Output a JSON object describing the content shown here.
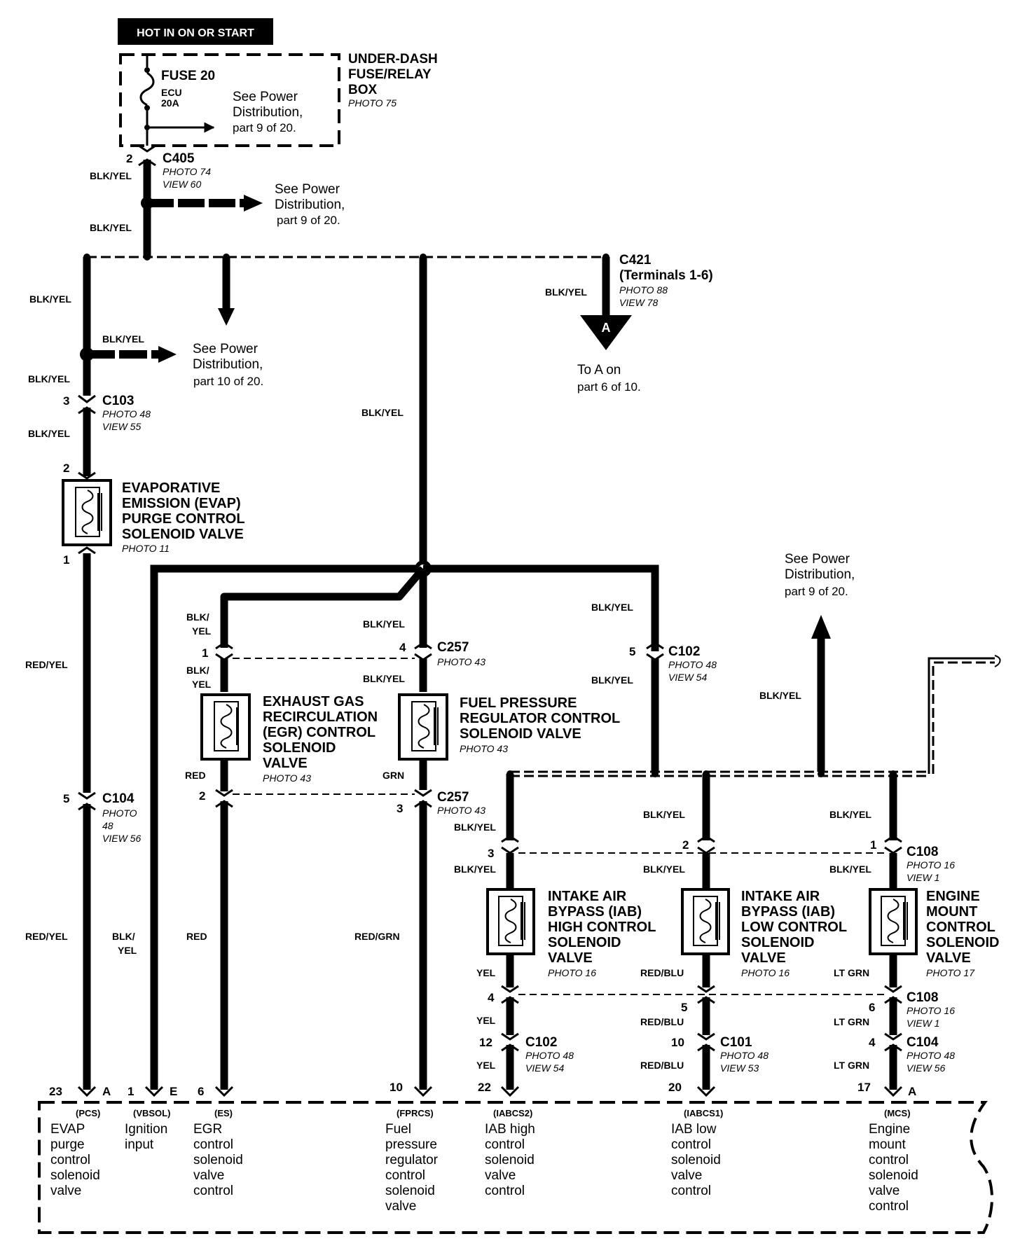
{
  "header": {
    "hot": "HOT IN ON OR START"
  },
  "fusebox": {
    "title1": "UNDER-DASH",
    "title2": "FUSE/RELAY",
    "title3": "BOX",
    "photo": "PHOTO 75",
    "fuse": "FUSE 20",
    "ecu": "ECU",
    "amps": "20A",
    "see1": "See Power",
    "see2": "Distribution,",
    "see3": "part 9 of  20."
  },
  "c405": {
    "pin": "2",
    "name": "C405",
    "photo": "PHOTO 74",
    "view": "VIEW 60",
    "wire1": "BLK/YEL",
    "wire2": "BLK/YEL",
    "see1": "See Power",
    "see2": "Distribution,",
    "see3": "part 9 of  20."
  },
  "c421": {
    "name": "C421",
    "terms": "(Terminals 1-6)",
    "photo": "PHOTO 88",
    "view": "VIEW 78",
    "wire": "BLK/YEL",
    "arrow": "A",
    "to1": "To A on",
    "to2": "part 6 of 10."
  },
  "left": {
    "wire_top": "BLK/YEL",
    "branch_wire": "BLK/YEL",
    "see1": "See Power",
    "see2": "Distribution,",
    "see3": "part 10 of 20.",
    "wire2": "BLK/YEL",
    "c103_pin": "3",
    "c103": "C103",
    "c103_photo": "PHOTO 48",
    "c103_view": "VIEW 55",
    "wire3": "BLK/YEL",
    "pin2": "2",
    "pin1": "1",
    "evap1": "EVAPORATIVE",
    "evap2": "EMISSION (EVAP)",
    "evap3": "PURGE CONTROL",
    "evap4": "SOLENOID VALVE",
    "evap_photo": "PHOTO 11",
    "wire4": "RED/YEL",
    "c104_pin": "5",
    "c104": "C104",
    "c104_photo": "PHOTO",
    "c104_photo2": "48",
    "c104_view": "VIEW 56",
    "wire5": "RED/YEL",
    "vbsol1": "BLK/",
    "vbsol2": "YEL"
  },
  "center": {
    "wire_main": "BLK/YEL"
  },
  "egr": {
    "wire_a1": "BLK/",
    "wire_a2": "YEL",
    "pin1": "1",
    "wire_b1": "BLK/",
    "wire_b2": "YEL",
    "l1": "EXHAUST GAS",
    "l2": "RECIRCULATION",
    "l3": "(EGR) CONTROL",
    "l4": "SOLENOID",
    "l5": "VALVE",
    "photo": "PHOTO 43",
    "wire_c": "RED",
    "pin2": "2",
    "wire_d": "RED"
  },
  "fprc": {
    "wire_a": "BLK/YEL",
    "pin4": "4",
    "c257": "C257",
    "photo_a": "PHOTO 43",
    "wire_b": "BLK/YEL",
    "l1": "FUEL PRESSURE",
    "l2": "REGULATOR CONTROL",
    "l3": "SOLENOID VALVE",
    "photo": "PHOTO 43",
    "wire_c": "GRN",
    "pin3": "3",
    "c257b": "C257",
    "photo_b": "PHOTO 43",
    "wire_d": "RED/GRN"
  },
  "c102top": {
    "wire_a": "BLK/YEL",
    "pin": "5",
    "name": "C102",
    "photo": "PHOTO 48",
    "view": "VIEW 54",
    "wire_b": "BLK/YEL"
  },
  "rightpower": {
    "see1": "See Power",
    "see2": "Distribution,",
    "see3": "part 9 of 20.",
    "wire": "BLK/YEL"
  },
  "iabh": {
    "wire_a": "BLK/YEL",
    "pin3": "3",
    "wire_b": "BLK/YEL",
    "l1": "INTAKE AIR",
    "l2": "BYPASS (IAB)",
    "l3": "HIGH CONTROL",
    "l4": "SOLENOID",
    "l5": "VALVE",
    "photo": "PHOTO 16",
    "wire_c": "YEL",
    "pin4": "4",
    "wire_d": "YEL",
    "pin12": "12",
    "c102": "C102",
    "c102_photo": "PHOTO 48",
    "c102_view": "VIEW 54",
    "wire_e": "YEL"
  },
  "iabl": {
    "wire_a": "BLK/YEL",
    "pin2": "2",
    "wire_b": "BLK/YEL",
    "l1": "INTAKE AIR",
    "l2": "BYPASS (IAB)",
    "l3": "LOW CONTROL",
    "l4": "SOLENOID",
    "l5": "VALVE",
    "photo": "PHOTO 16",
    "wire_c": "RED/BLU",
    "pin5": "5",
    "wire_d": "RED/BLU",
    "pin10": "10",
    "c101": "C101",
    "c101_photo": "PHOTO 48",
    "c101_view": "VIEW 53",
    "wire_e": "RED/BLU"
  },
  "mcs": {
    "wire_a": "BLK/YEL",
    "pin1": "1",
    "c108": "C108",
    "c108_photo": "PHOTO 16",
    "c108_view": "VIEW 1",
    "wire_b": "BLK/YEL",
    "l1": "ENGINE",
    "l2": "MOUNT",
    "l3": "CONTROL",
    "l4": "SOLENOID",
    "l5": "VALVE",
    "photo": "PHOTO 17",
    "wire_c": "LT GRN",
    "pin6": "6",
    "c108b": "C108",
    "c108b_photo": "PHOTO 16",
    "c108b_view": "VIEW 1",
    "wire_d": "LT GRN",
    "pin4": "4",
    "c104": "C104",
    "c104_photo": "PHOTO 48",
    "c104_view": "VIEW 56",
    "wire_e": "LT GRN"
  },
  "ecm_pins": {
    "p23": "23",
    "pA1": "A",
    "p1": "1",
    "pE": "E",
    "p6": "6",
    "p10": "10",
    "p22": "22",
    "p20": "20",
    "p17": "17",
    "pA2": "A"
  },
  "ecm_signals": {
    "pcs": "(PCS)",
    "pcs_d": [
      "EVAP",
      "purge",
      "control",
      "solenoid",
      "valve"
    ],
    "vbsol": "(VBSOL)",
    "vbsol_d": [
      "Ignition",
      "input"
    ],
    "es": "(ES)",
    "es_d": [
      "EGR",
      "control",
      "solenoid",
      "valve",
      "control"
    ],
    "fprcs": "(FPRCS)",
    "fprcs_d": [
      "Fuel",
      "pressure",
      "regulator",
      "control",
      "solenoid",
      "valve"
    ],
    "iabcs2": "(IABCS2)",
    "iabcs2_d": [
      "IAB high",
      "control",
      "solenoid",
      "valve",
      "control"
    ],
    "iabcs1": "(IABCS1)",
    "iabcs1_d": [
      "IAB low",
      "control",
      "solenoid",
      "valve",
      "control"
    ],
    "mcs": "(MCS)",
    "mcs_d": [
      "Engine",
      "mount",
      "control",
      "solenoid",
      "valve",
      "control"
    ]
  }
}
